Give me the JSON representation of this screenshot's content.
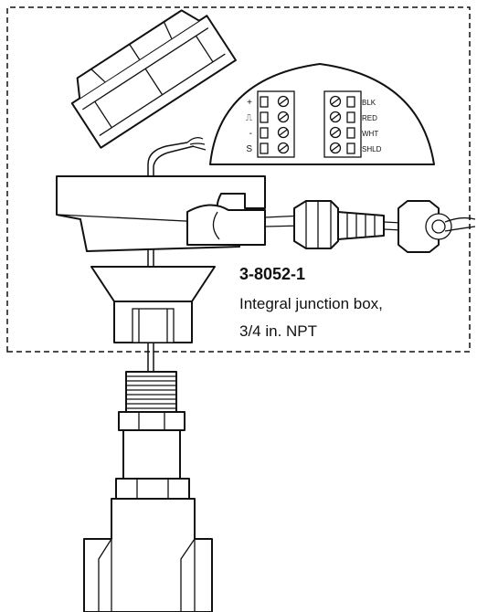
{
  "part_number": "3-8052-1",
  "description_line1": "Integral junction box,",
  "description_line2": "3/4 in. NPT",
  "terminal_block_left": {
    "labels": [
      "+",
      "⎍",
      "-",
      "S"
    ]
  },
  "terminal_block_right": {
    "labels": [
      "BLK",
      "RED",
      "WHT",
      "SHLD"
    ]
  }
}
